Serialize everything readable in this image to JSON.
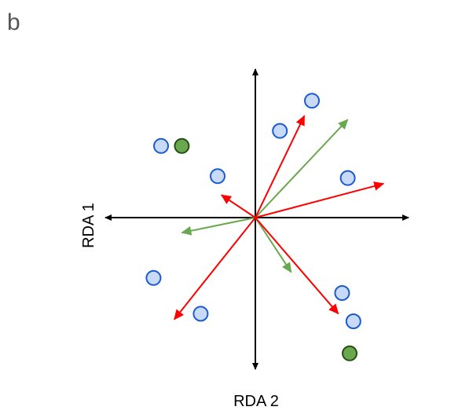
{
  "panel_label": "b",
  "axes": {
    "horizontal_label": "RDA 2",
    "vertical_label": "RDA 1"
  },
  "colors": {
    "axis": "#000000",
    "site_fill": "#c9daf8",
    "site_stroke": "#1a5ccf",
    "highlight_fill": "#6aa84f",
    "highlight_stroke": "#274e13",
    "red_arrow": "#ff0000",
    "green_arrow": "#6aa84f"
  },
  "sites": [
    {
      "x": 3.0,
      "y": 6.2,
      "group": "blue"
    },
    {
      "x": 1.3,
      "y": 4.6,
      "group": "blue"
    },
    {
      "x": -5.0,
      "y": 3.8,
      "group": "blue"
    },
    {
      "x": -2.0,
      "y": 2.2,
      "group": "blue"
    },
    {
      "x": 4.9,
      "y": 2.1,
      "group": "blue"
    },
    {
      "x": -5.4,
      "y": -3.2,
      "group": "blue"
    },
    {
      "x": -2.9,
      "y": -5.1,
      "group": "blue"
    },
    {
      "x": 4.6,
      "y": -4.0,
      "group": "blue"
    },
    {
      "x": 5.2,
      "y": -5.5,
      "group": "blue"
    },
    {
      "x": -3.9,
      "y": 3.8,
      "group": "green"
    },
    {
      "x": 5.0,
      "y": -7.2,
      "group": "green"
    }
  ],
  "red_arrows": [
    {
      "x": 2.6,
      "y": 5.4
    },
    {
      "x": 6.8,
      "y": 1.8
    },
    {
      "x": -1.8,
      "y": 1.2
    },
    {
      "x": -4.3,
      "y": -5.4
    },
    {
      "x": 4.4,
      "y": -5.1
    }
  ],
  "green_arrows": [
    {
      "x": 4.9,
      "y": 5.2
    },
    {
      "x": -3.9,
      "y": -0.8
    },
    {
      "x": 1.9,
      "y": -2.9
    }
  ]
}
